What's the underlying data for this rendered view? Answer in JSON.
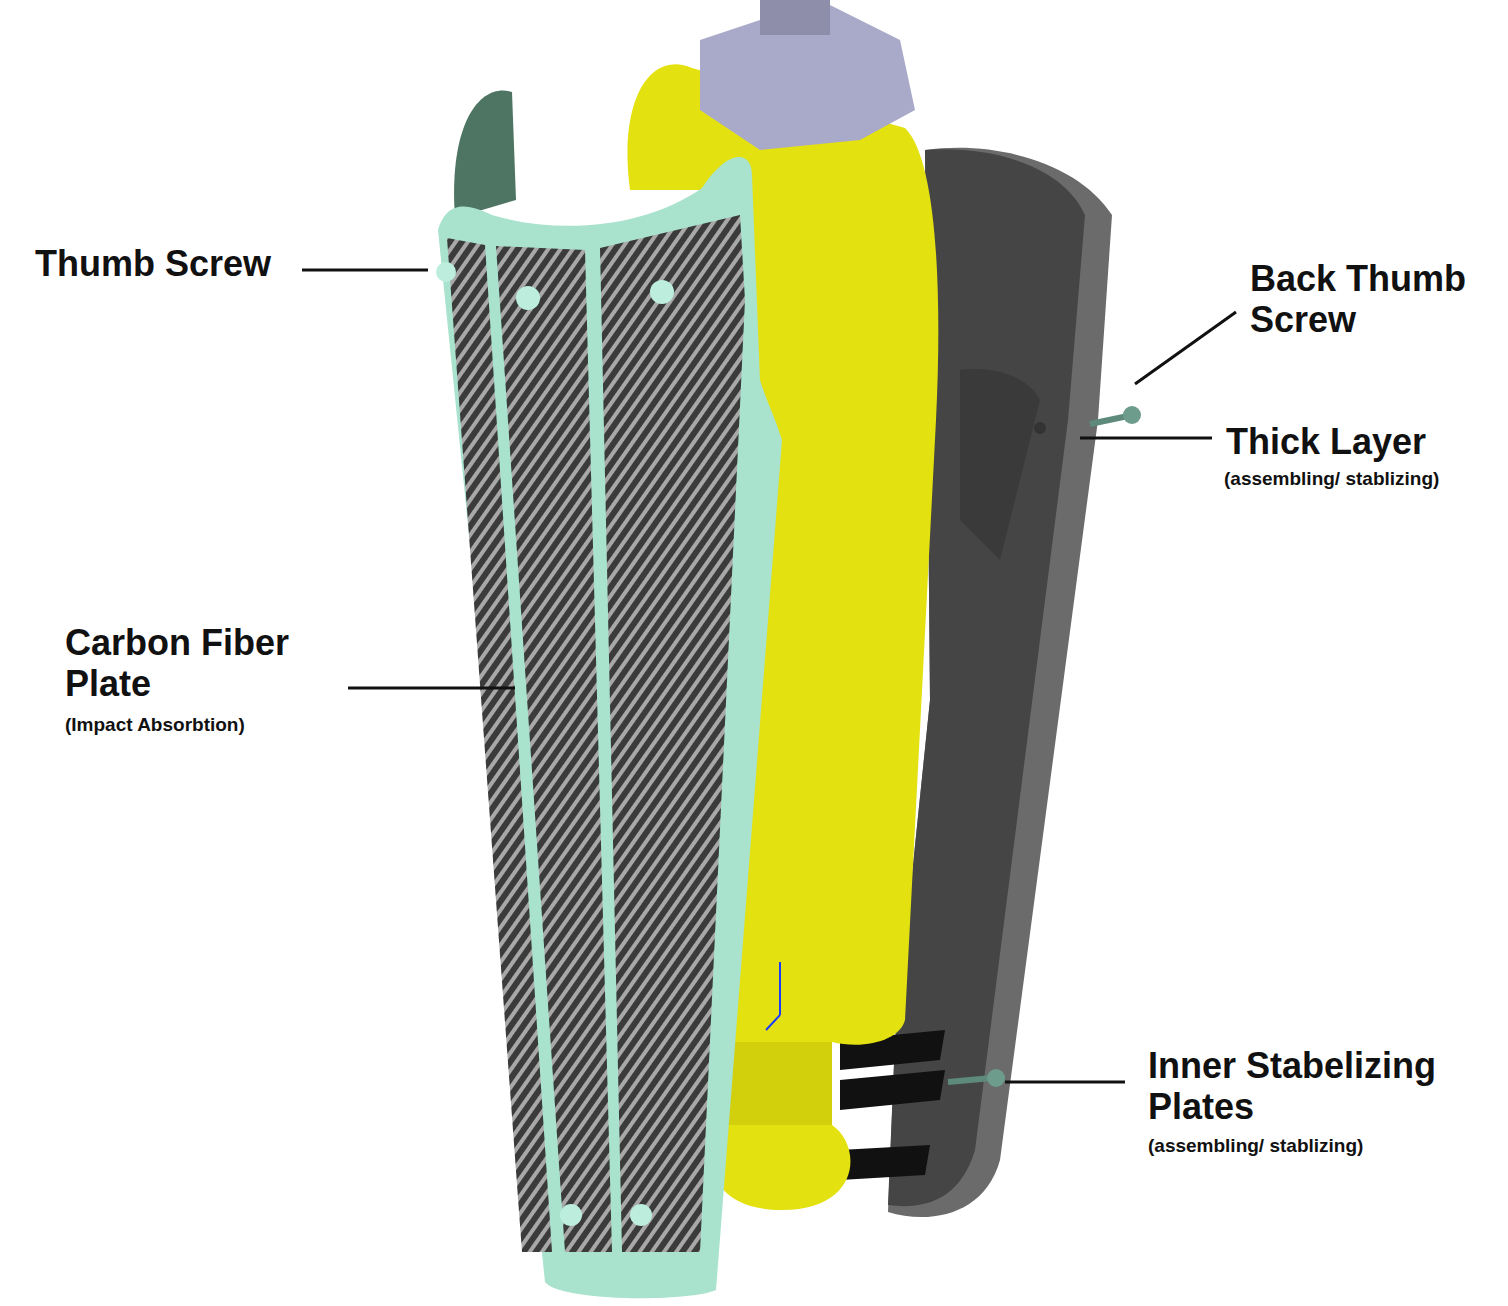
{
  "diagram": {
    "labels": [
      "Thumb Screw",
      "Back Thumb Screw",
      "Thick Layer",
      "(assembling/ stablizing)",
      "Carbon Fiber Plate",
      "(Impact Absorbtion)",
      "Inner Stabelizing Plates",
      "(assembling/ stablizing)"
    ]
  }
}
